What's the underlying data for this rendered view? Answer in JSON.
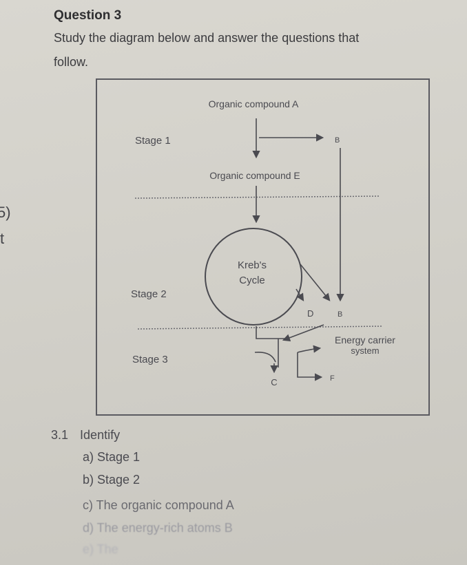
{
  "question": {
    "title": "Question 3",
    "instruction_line1": "Study the diagram below and answer the questions that",
    "instruction_line2": "follow."
  },
  "margin": {
    "mark1": "5)",
    "mark2": "t"
  },
  "diagram": {
    "compound_a": "Organic compound A",
    "stage1": "Stage 1",
    "label_b_top": "B",
    "compound_e": "Organic compound E",
    "kreb_line1": "Kreb's",
    "kreb_line2": "Cycle",
    "stage2": "Stage 2",
    "label_d": "D",
    "label_b_bottom": "B",
    "energy_line1": "Energy carrier",
    "energy_line2": "system",
    "stage3": "Stage 3",
    "label_c": "C",
    "label_f": "F"
  },
  "subquestions": {
    "number": "3.1",
    "heading": "Identify",
    "items": [
      "a) Stage 1",
      "b) Stage 2",
      "c) The organic compound A",
      "d) The energy-rich atoms B",
      "e) The"
    ]
  }
}
